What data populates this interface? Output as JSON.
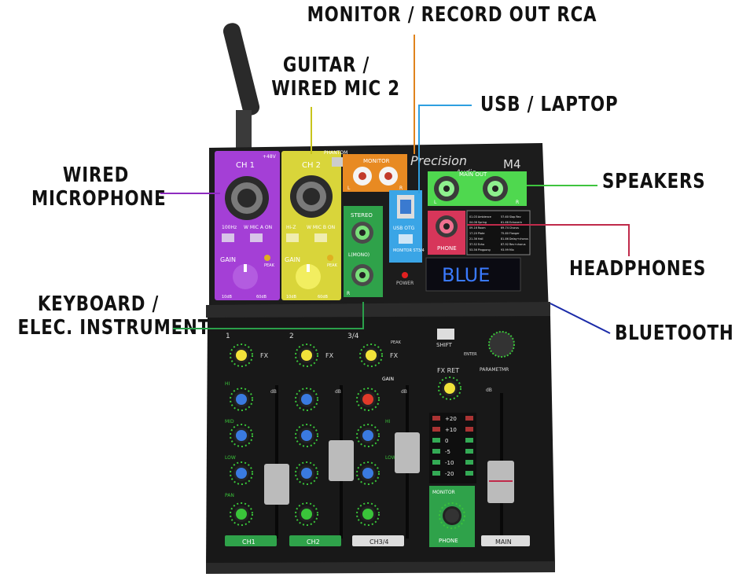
{
  "callouts": {
    "monitor_record": "MONITOR / RECORD OUT RCA",
    "guitar_line1": "GUITAR /",
    "guitar_line2": "WIRED MIC 2",
    "usb": "USB / LAPTOP",
    "wired_mic_line1": "WIRED",
    "wired_mic_line2": "MICROPHONE",
    "speakers": "SPEAKERS",
    "headphones": "HEADPHONES",
    "keyboard_line1": "KEYBOARD /",
    "keyboard_line2": "ELEC. INSTRUMENT",
    "bluetooth": "BLUETOOTH"
  },
  "colors": {
    "mic": "#8e2bbf",
    "guitar": "#c8c41c",
    "monitor": "#e0831c",
    "usb": "#2e9fe0",
    "speakers": "#3ec43e",
    "headphones": "#c02a4a",
    "keyboard": "#2aa04a",
    "bluetooth": "#1a2aa8"
  },
  "mixer": {
    "brand": "Precision",
    "brand2": "Audio",
    "model": "M4",
    "ch1_label": "CH 1",
    "ch2_label": "CH 2",
    "plus48v": "+48V",
    "phantom": "PHANTOM",
    "monitor_label": "MONITOR",
    "main_out": "MAIN OUT",
    "stereo": "STEREO",
    "lmono": "L(MONO)",
    "r": "R",
    "l": "L",
    "usb_otg": "USB OTG",
    "monitor_st34": "MONITOR ST3/4",
    "power": "POWER",
    "phone": "PHONE",
    "display": "BLUE",
    "hz100": "100Hz",
    "wmic_on": "W MIC A ON",
    "hiz": "Hi-Z",
    "wmic_b_on": "W MIC B ON",
    "gain": "GAIN",
    "peak": "PEAK",
    "db10": "10dB",
    "db60": "60dB",
    "shift": "SHIFT",
    "enter": "ENTER",
    "parameter": "PARAMETMR",
    "fx_ret": "FX RET",
    "fx": "FX",
    "ch1": "CH1",
    "ch2": "CH2",
    "ch34": "CH3/4",
    "main": "MAIN",
    "hi": "HI",
    "mid": "MID",
    "low": "LOW",
    "pan": "PAN",
    "num1": "1",
    "num2": "2",
    "num34": "3/4",
    "db": "dB",
    "meter": [
      "+20",
      "+10",
      "0",
      "-5",
      "-10",
      "-20"
    ],
    "fx_list": [
      "01-03 Ambience",
      "04-08 Spring",
      "09-16 Room",
      "17-20 Plate",
      "21-36 Hall",
      "37-52 Echo",
      "53-56 Pingpong",
      "57-60 Slap Rev",
      "61-68 Echoverb",
      "69-74 Chorus",
      "75-80 Flanger",
      "81-86 Delay+chorus",
      "87-92 Rev+chorus",
      "93-99 Mix"
    ]
  }
}
